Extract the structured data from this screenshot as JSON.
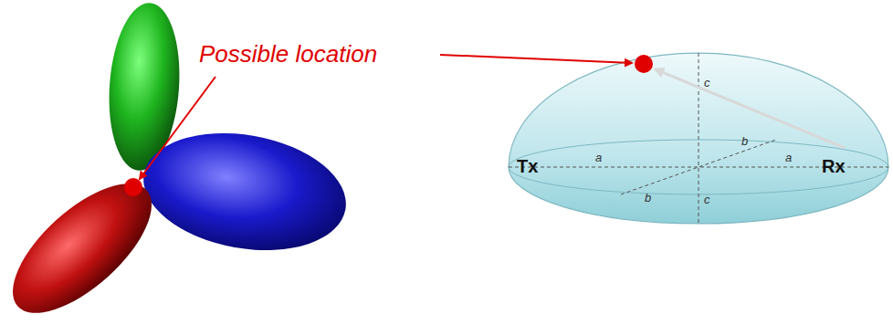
{
  "diagram": {
    "labels": [
      "Possible location",
      "Tx",
      "a",
      "a",
      "b",
      "b",
      "c",
      "c",
      "Rx"
    ]
  }
}
